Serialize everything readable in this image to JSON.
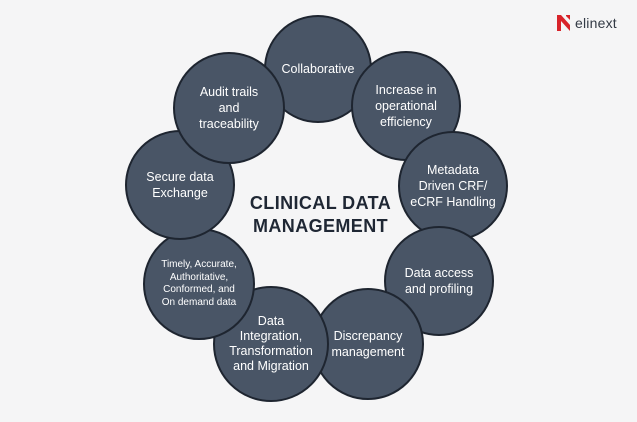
{
  "logo": {
    "text": "elinext",
    "accent_color": "#d8232a"
  },
  "center": {
    "line1": "CLINICAL DATA",
    "line2": "MANAGEMENT"
  },
  "nodes": [
    "Collaborative",
    "Increase in operational efficiency",
    "Metadata Driven CRF/ eCRF Handling",
    "Data access and profiling",
    "Discrepancy management",
    "Data Integration, Transformation and Migration",
    "Timely, Accurate, Authoritative, Conformed, and On demand data",
    "Secure data Exchange",
    "Audit trails and traceability"
  ],
  "colors": {
    "circle_fill": "#495566",
    "circle_border": "#1e2530",
    "background": "#f5f5f6",
    "title": "#1f2734"
  }
}
